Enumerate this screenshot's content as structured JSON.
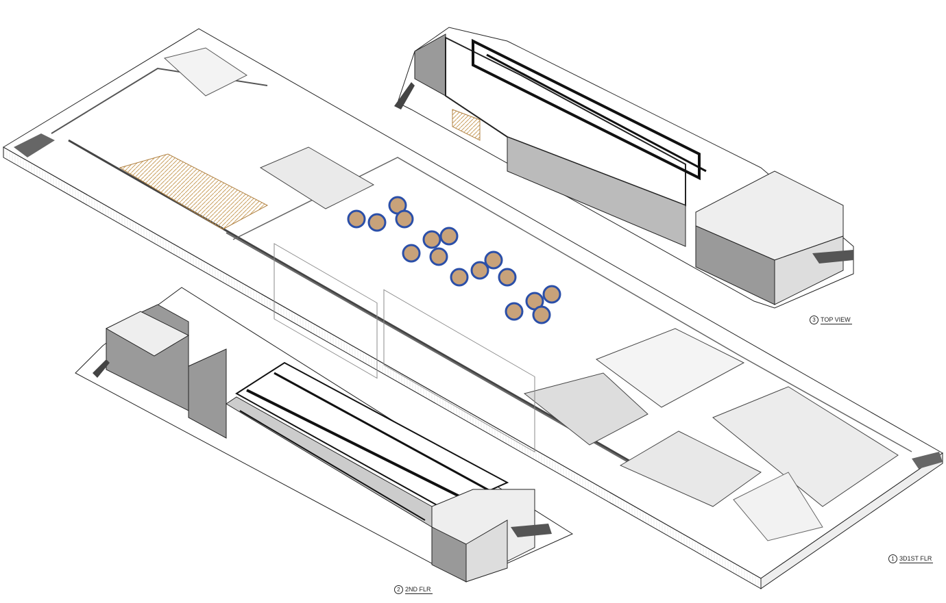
{
  "views": [
    {
      "number": "3",
      "title": "TOP VIEW"
    },
    {
      "number": "1",
      "title": "3D1ST FLR"
    },
    {
      "number": "2",
      "title": "2ND FLR"
    }
  ],
  "colors": {
    "line": "#222222",
    "wall": "#9a9a9a",
    "wall_light": "#d6d6d6",
    "wood": "#e9c98a",
    "cubicle": "#2b4fa8",
    "cubicle_fill": "#c8a27a"
  }
}
